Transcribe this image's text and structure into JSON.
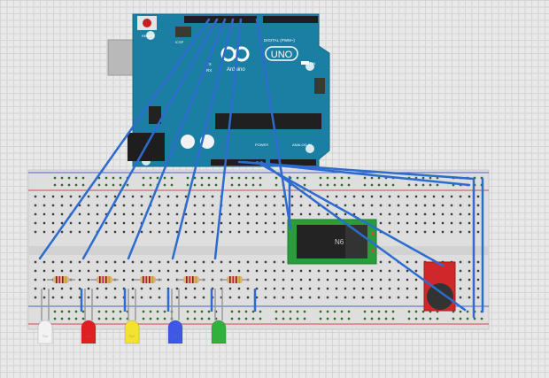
{
  "canvas": {
    "background": "#e9e9e9",
    "grid_color": "#d4d4d4"
  },
  "arduino": {
    "name": "Arduino UNO",
    "brand_text": "Arduino",
    "model_text": "UNO",
    "reset_label": "RESET",
    "icsp_label": "ICSP",
    "digital_label": "DIGITAL (PWM~)",
    "power_label": "POWER",
    "analog_label": "ANALOG IN",
    "on_label": "ON",
    "tx_label": "TX",
    "rx_label": "RX",
    "board_color": "#1b7fa3"
  },
  "breadboard": {
    "color": "#dcdcdc",
    "rail_red": "#d54848",
    "rail_blue": "#4a63c8"
  },
  "module": {
    "name": "RTC module",
    "chip_text": "N6",
    "color": "#2a9d3a"
  },
  "sensor": {
    "name": "microphone sound sensor",
    "color": "#d0282a"
  },
  "leds": [
    {
      "color": "white",
      "hex": "#f2f2f2",
      "label": "Rpt"
    },
    {
      "color": "red",
      "hex": "#e02020",
      "label": "Rpt"
    },
    {
      "color": "yellow",
      "hex": "#f4e132",
      "label": "Rpt"
    },
    {
      "color": "blue",
      "hex": "#3d58e6",
      "label": "Rpt"
    },
    {
      "color": "green",
      "hex": "#2fb13c",
      "label": "Rpt"
    }
  ],
  "resistor_count": 5,
  "wire_color": "#2d6ccf"
}
